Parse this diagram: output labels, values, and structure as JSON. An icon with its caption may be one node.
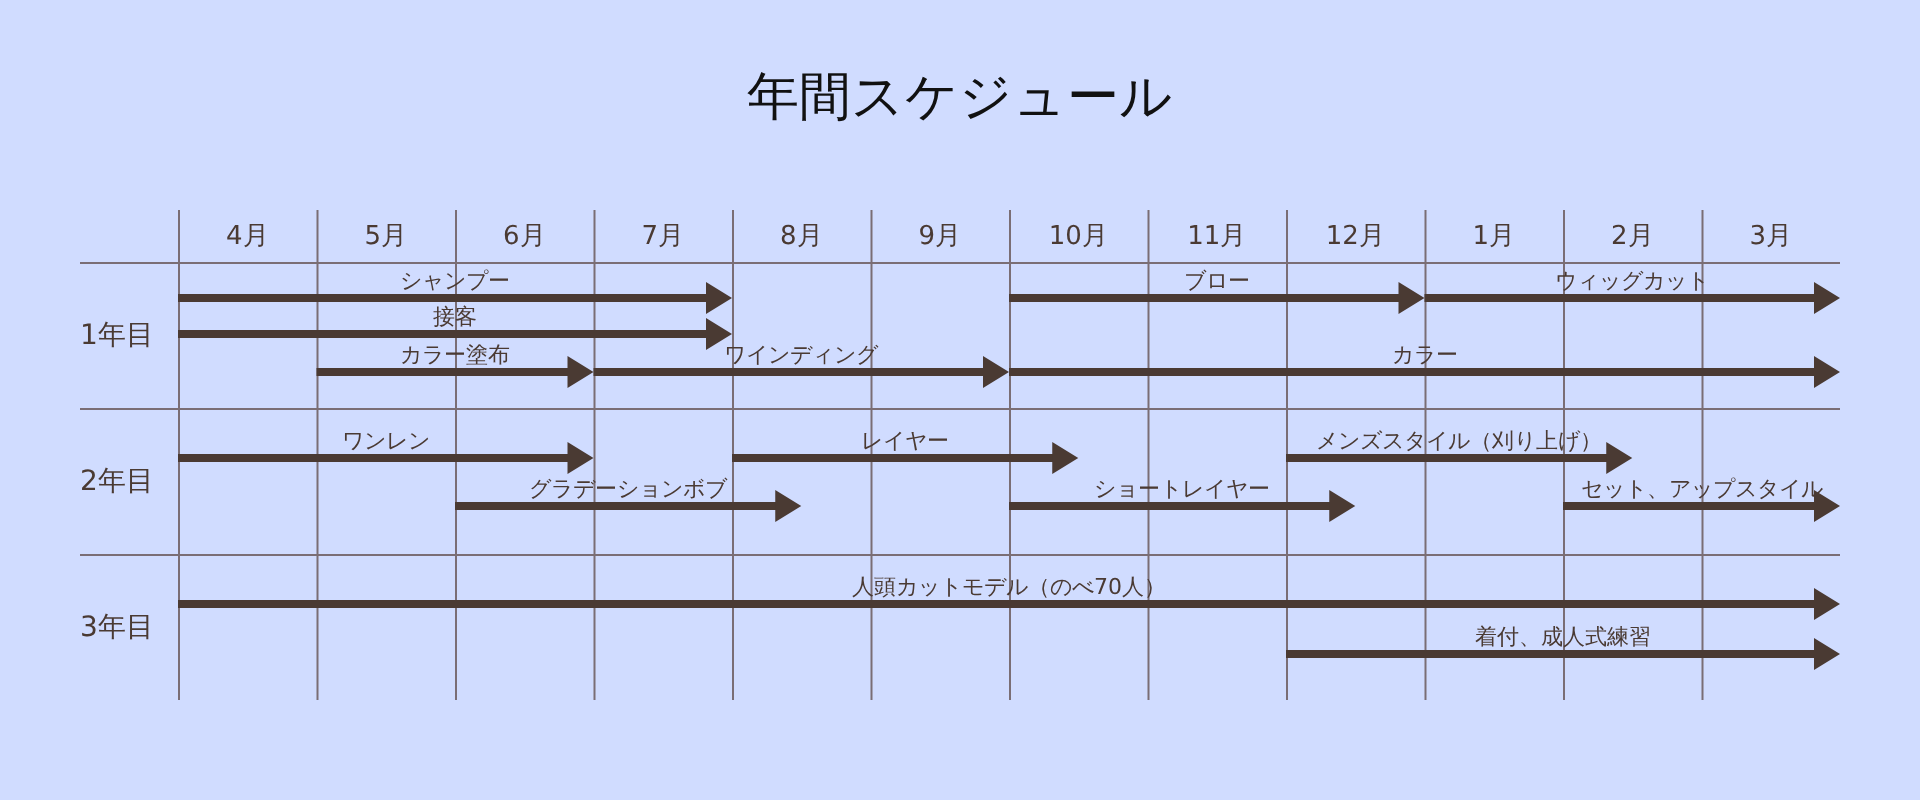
{
  "diagram": {
    "title": "年間スケジュール",
    "labels": [
      "4月",
      "5月",
      "6月",
      "7月",
      "8月",
      "9月",
      "10月",
      "11月",
      "12月",
      "1月",
      "2月",
      "3月",
      "1年目",
      "シャンプー",
      "ブロー",
      "ウィッグカット",
      "接客",
      "カラー塗布",
      "ワインディング",
      "カラー",
      "2年目",
      "ワンレン",
      "レイヤー",
      "メンズスタイル（刈り上げ）",
      "グラデーションボブ",
      "ショートレイヤー",
      "セット、アップスタイル",
      "3年目",
      "人頭カットモデル（のべ70人）",
      "着付、成人式練習"
    ]
  }
}
